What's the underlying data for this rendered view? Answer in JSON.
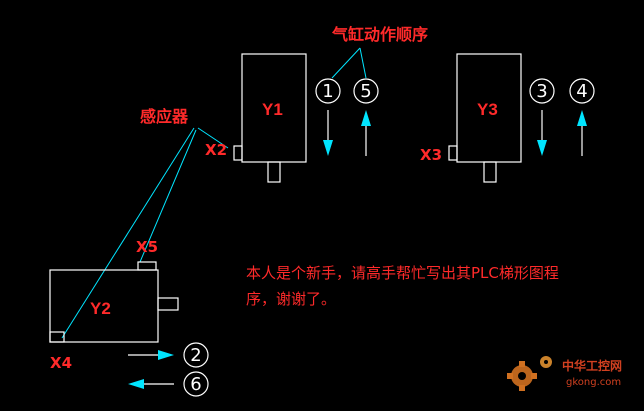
{
  "title": "气缸动作顺序",
  "sensor_label": "感应器",
  "cylinders": [
    {
      "name": "Y1"
    },
    {
      "name": "Y2"
    },
    {
      "name": "Y3"
    }
  ],
  "sensors": {
    "x2": "X2",
    "x3": "X3",
    "x4": "X4",
    "x5": "X5"
  },
  "sequence": {
    "s1": "1",
    "s2": "2",
    "s3": "3",
    "s4": "4",
    "s5": "5",
    "s6": "6"
  },
  "question": {
    "line1": "本人是个新手，请高手帮忙写出其PLC梯形图程",
    "line2": "序，谢谢了。"
  },
  "watermark": {
    "name": "中华工控网",
    "url": "gkong.com"
  },
  "colors": {
    "background": "#000000",
    "line": "#ffffff",
    "leader": "#00e5ff",
    "arrow": "#00e5ff",
    "text": "#ff2a2a"
  }
}
